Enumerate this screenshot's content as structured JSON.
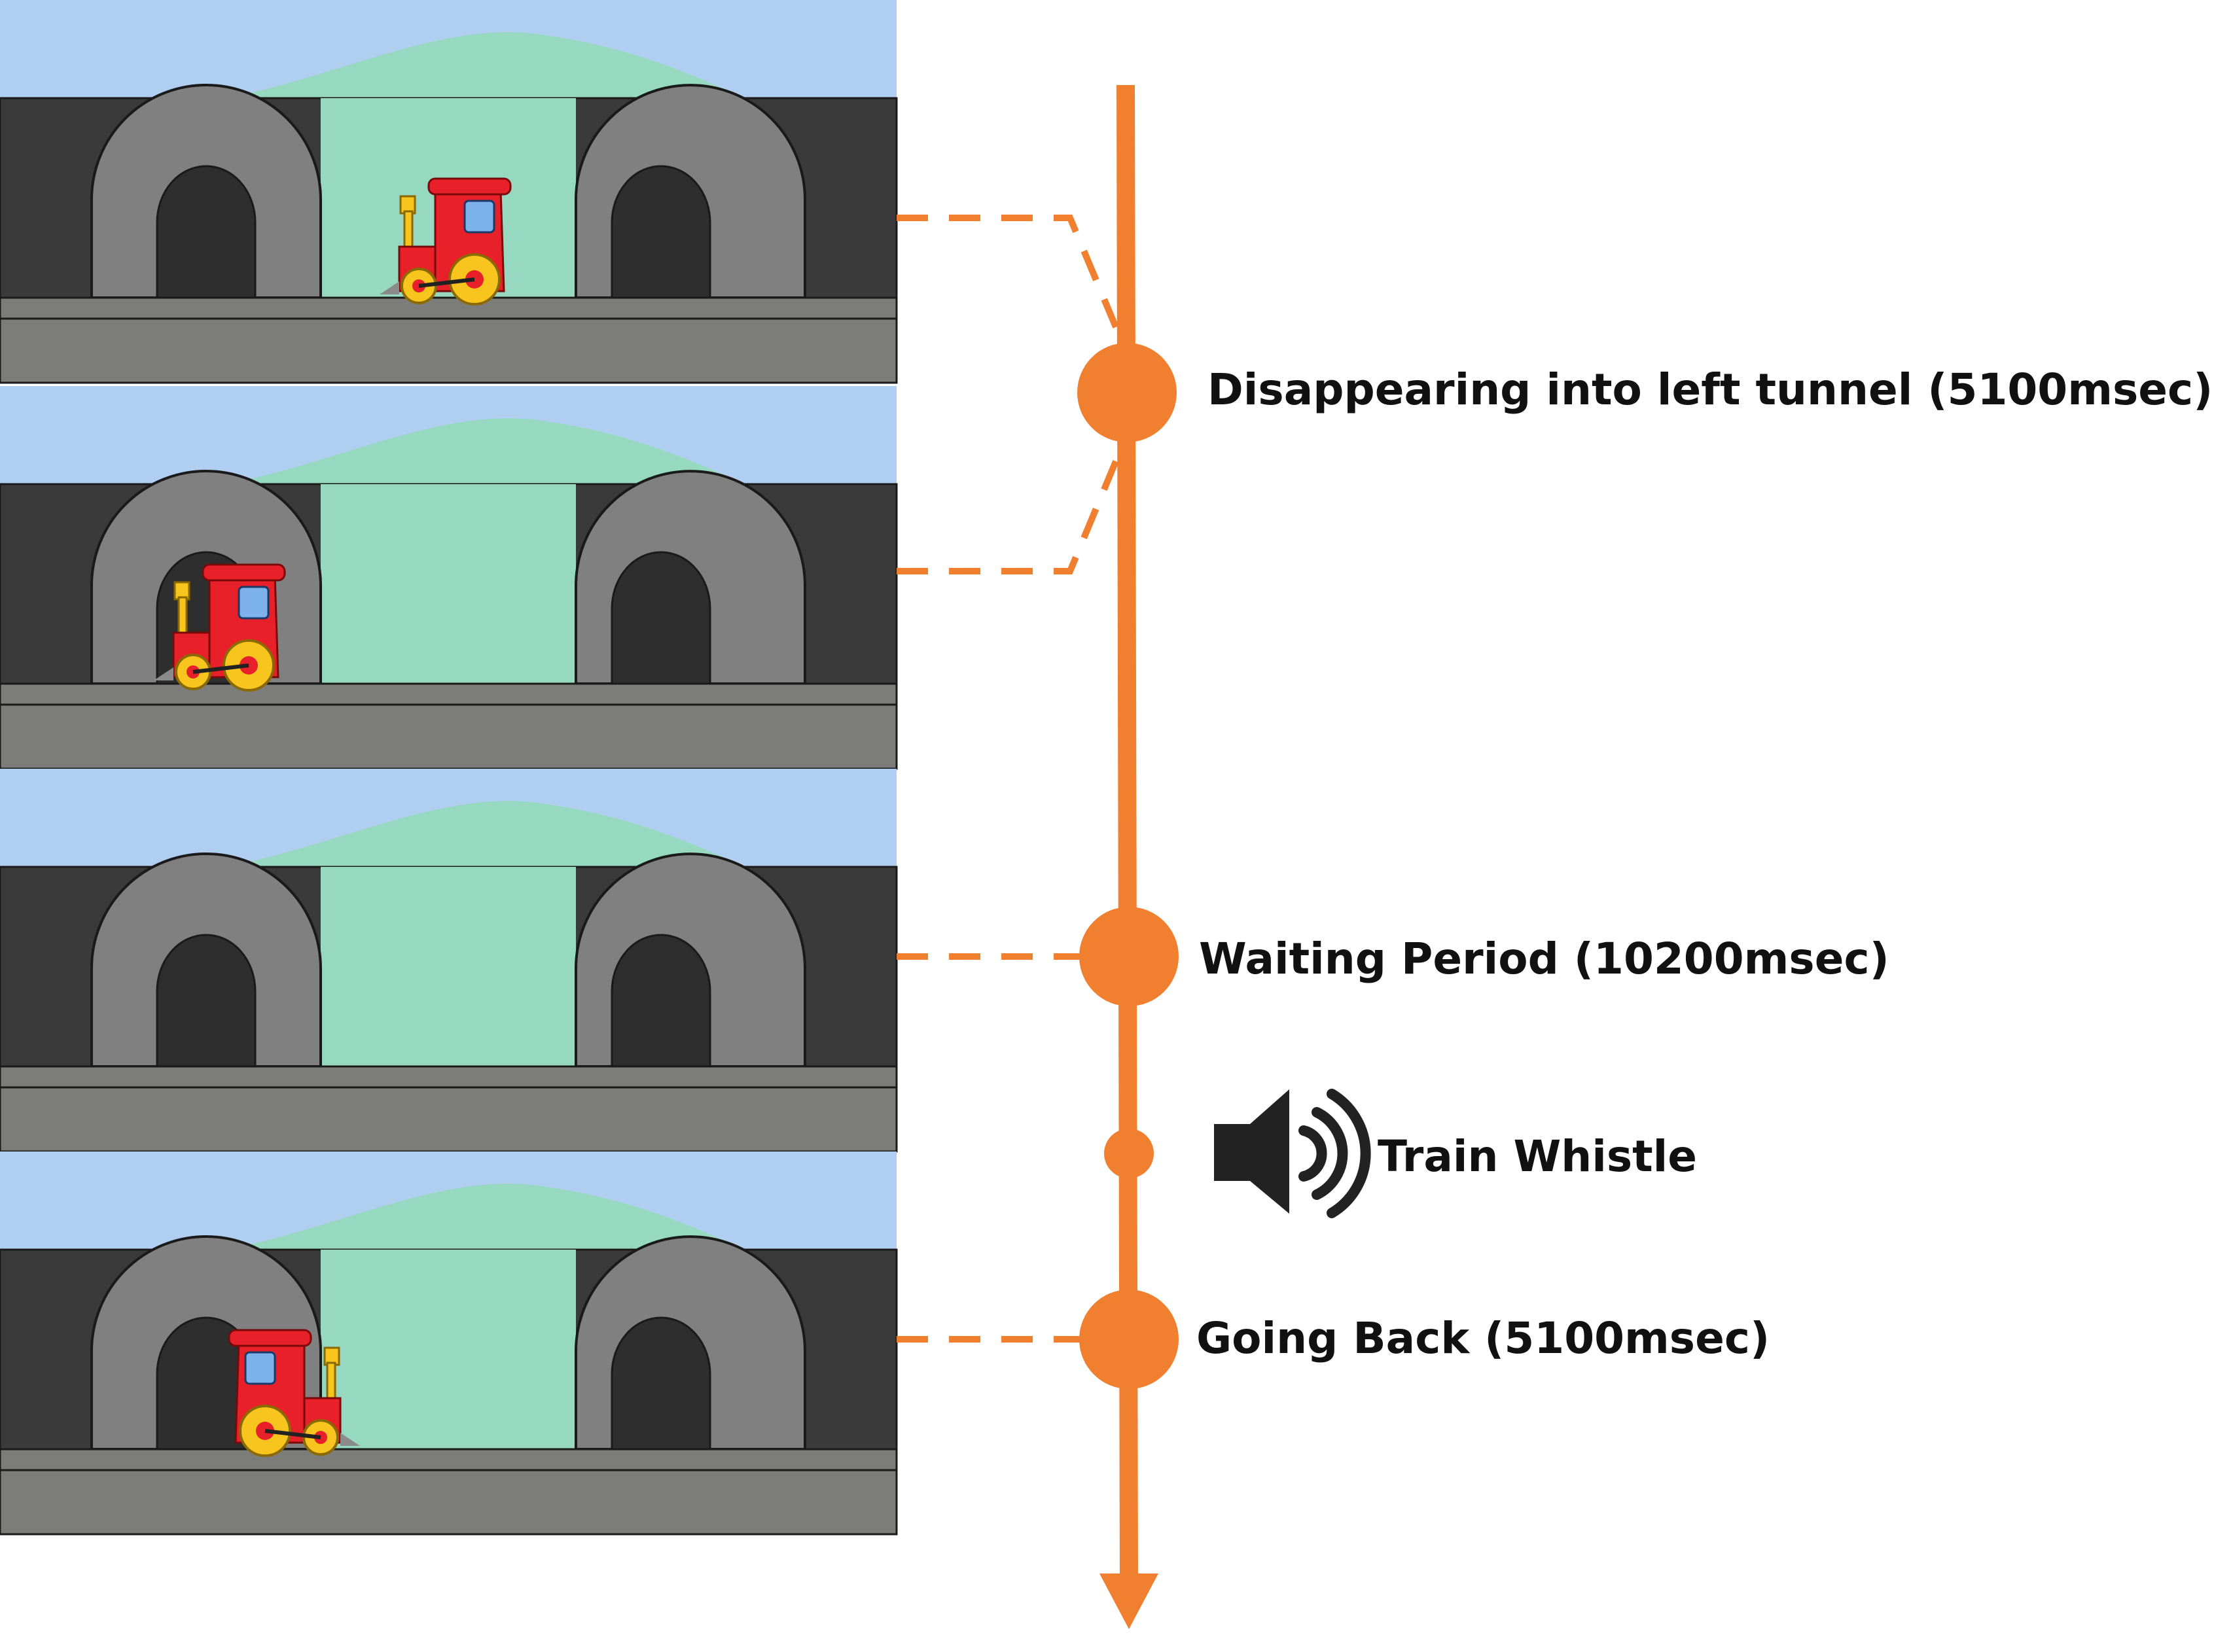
{
  "timeline": {
    "events": [
      {
        "id": "disappear",
        "label": "Disappearing into left tunnel (5100msec)",
        "marker": "large-dot",
        "duration_ms": 5100
      },
      {
        "id": "waiting",
        "label": "Waiting Period (10200msec)",
        "marker": "large-dot",
        "duration_ms": 10200
      },
      {
        "id": "whistle",
        "label": "Train Whistle",
        "marker": "small-dot",
        "icon": "speaker-icon"
      },
      {
        "id": "back",
        "label": "Going Back (5100msec)",
        "marker": "large-dot",
        "duration_ms": 5100
      }
    ]
  },
  "scenes": [
    {
      "id": "scene-1",
      "train": "between-tunnels-facing-left"
    },
    {
      "id": "scene-2",
      "train": "in-left-tunnel"
    },
    {
      "id": "scene-3",
      "train": "none"
    },
    {
      "id": "scene-4",
      "train": "leaving-left-tunnel-facing-right"
    }
  ],
  "colors": {
    "accent": "#f08030",
    "sky": "#b0cff0",
    "hill": "#96d8c0",
    "wall": "#3a3a3a",
    "arch": "#808080",
    "tunnel": "#2e2e2e",
    "ground": "#7c7d7b",
    "train_body": "#e8202a",
    "train_wheel": "#f7c51e",
    "window": "#7db3ea",
    "text": "#111111"
  }
}
